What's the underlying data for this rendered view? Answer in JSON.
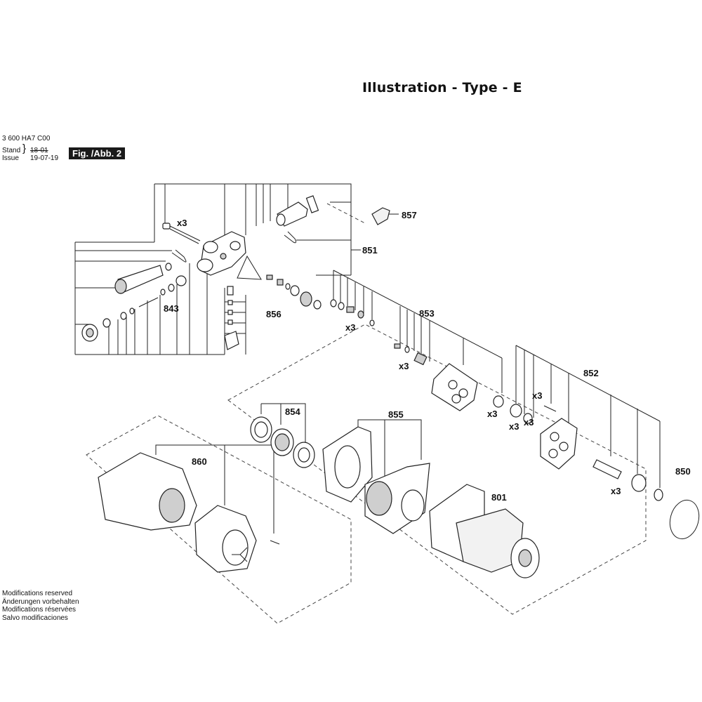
{
  "header": {
    "title": "Illustration - Type - E"
  },
  "meta": {
    "part_number": "3 600 HA7 C00",
    "stand_label": "Stand",
    "issue_label": "Issue",
    "old_date": "18-01",
    "new_date": "19-07-19",
    "figure_badge": "Fig. /Abb. 2"
  },
  "footer": {
    "lines": [
      "Modifications reserved",
      "Änderungen vorbehalten",
      "Modifications réservées",
      "Salvo modificaciones"
    ]
  },
  "callouts": {
    "c857": "857",
    "c851": "851",
    "c843": "843",
    "c856": "856",
    "c853": "853",
    "c852": "852",
    "c854": "854",
    "c855": "855",
    "c860": "860",
    "c801": "801",
    "c850": "850"
  },
  "quantities": {
    "q1": "x3",
    "q2": "x3",
    "q3": "x3",
    "q4": "x3",
    "q5": "x3",
    "q6": "x3",
    "q7": "x3",
    "q8": "x3"
  }
}
